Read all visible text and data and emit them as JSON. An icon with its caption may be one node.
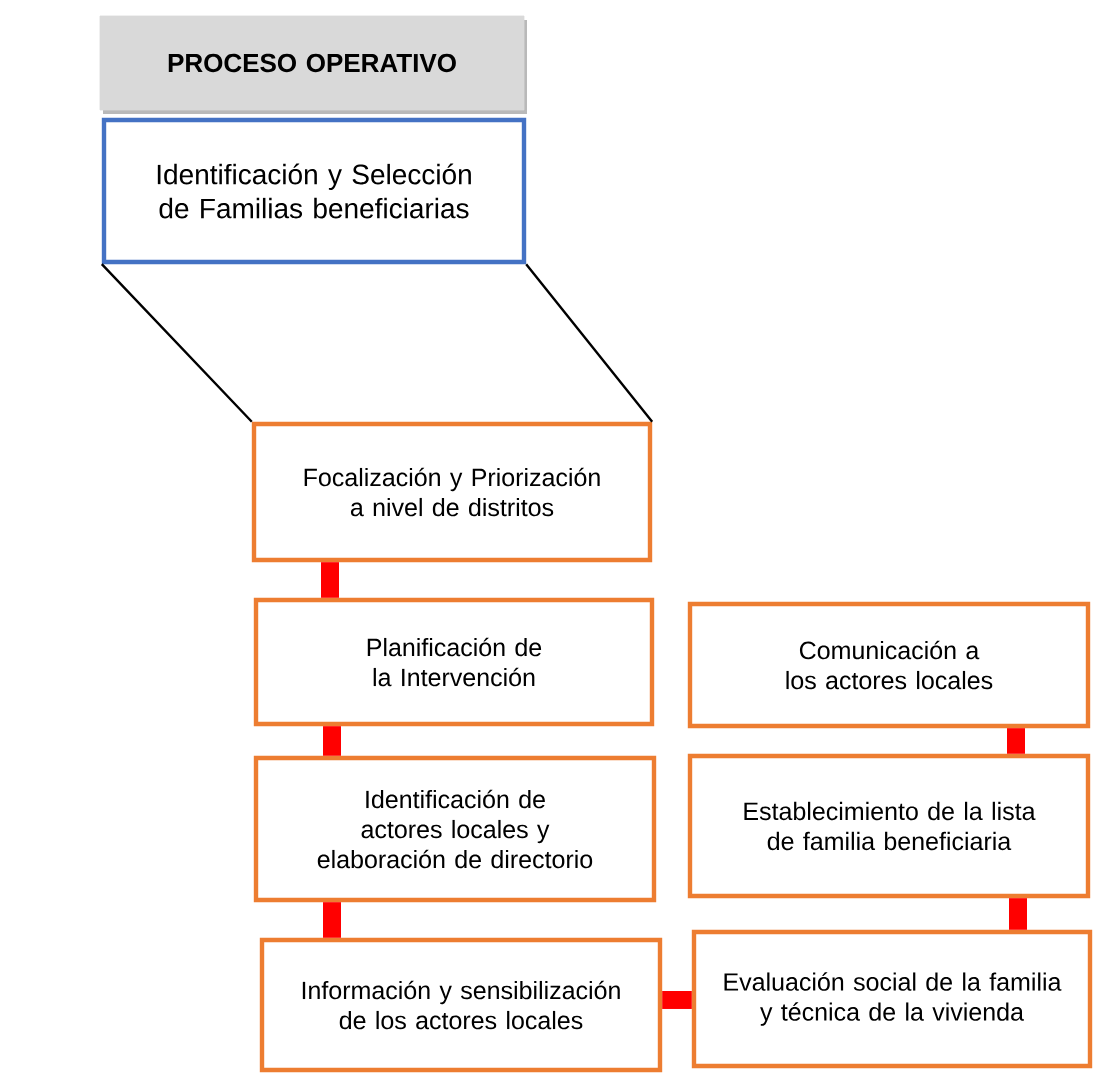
{
  "diagram": {
    "nodes": [
      {
        "text": [
          "PROCESO OPERATIVO"
        ]
      },
      {
        "text": [
          "Identificación y Selección de Familias beneficiarias"
        ]
      },
      {
        "text": [
          "Focalización y Priorización a nivel de distritos"
        ]
      },
      {
        "text": [
          "Planificación de la Intervención"
        ]
      },
      {
        "text": [
          "Identificación de actores locales y elaboración de directorio"
        ]
      },
      {
        "text": [
          "Información y sensibilización de los actores locales"
        ]
      },
      {
        "text": [
          "Comunicación a los actores locales"
        ]
      },
      {
        "text": [
          "Establecimiento de la lista de familia beneficiaria"
        ]
      },
      {
        "text": [
          "Evaluación social de la familia y técnica de la vivienda"
        ]
      }
    ],
    "edges": [
      {
        "from": 1,
        "to": 2,
        "arrow": "none",
        "color": "#000000"
      },
      {
        "from": 2,
        "to": 3,
        "arrow": "none"
      },
      {
        "from": 3,
        "to": 4,
        "arrow": "none"
      },
      {
        "from": 4,
        "to": 5,
        "arrow": "none"
      },
      {
        "from": 5,
        "to": 8,
        "arrow": "none"
      },
      {
        "from": 8,
        "to": 7,
        "arrow": "none"
      },
      {
        "from": 7,
        "to": 6,
        "arrow": "none"
      }
    ]
  }
}
